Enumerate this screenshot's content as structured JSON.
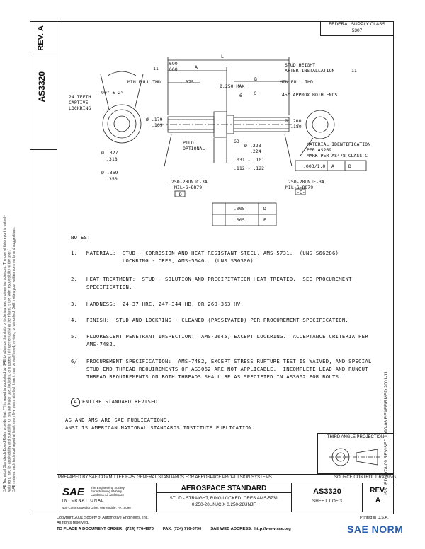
{
  "header": {
    "rev_label": "REV.",
    "rev_value": "A",
    "doc_number": "AS3320",
    "fsc_line1": "FEDERAL SUPPLY CLASS",
    "fsc_line2": "5307"
  },
  "side_text": {
    "line1": "SAE Technical Standards Board Rules provide that: \"This report is published by SAE to advance the state of technical and engineering sciences. The use of this report is entirely",
    "line2": "voluntary, and its applicability and suitability for any particular use, including any patent infringement arising therefrom, is the sole responsibility of the user.\"",
    "line3": "SAE reviews each technical report at least every five years at which time it may be reaffirmed, revised, or cancelled. SAE invites your written comments and suggestions.",
    "revision_right": "ISSUED 1978-09   REVISED 1990-06   REAFFIRMED 2001-11"
  },
  "drawing": {
    "L": "L",
    "A": "A",
    "B": "B",
    "C": "C",
    "dim_690": ".690",
    "dim_660": ".660",
    "note_11a": "11",
    "stud_height": "STUD HEIGHT",
    "after_install": "AFTER INSTALLATION",
    "note_11b": "11",
    "min_full_thd_left": "MIN FULL THD",
    "dim_375": ".375",
    "dia_250_max": "Ø.250 MAX",
    "min_full_thd_right": "MIN FULL THD",
    "teeth": "24 TEETH",
    "captive": "CAPTIVE",
    "lockring": "LOCKRING",
    "angle_90": "90° ± 2°",
    "chamfer": "45° APPROX BOTH ENDS",
    "note_6": "6",
    "dia_179": "Ø .179",
    "dia_169": ".169",
    "dia_200": "Ø .200",
    "dia_180": ".180",
    "dia_327": "Ø .327",
    "dia_318": ".318",
    "dia_369": "Ø .369",
    "dia_350": ".350",
    "pilot": "PILOT",
    "optional": "OPTIONAL",
    "angle_63": "63",
    "dia_228": "Ø .228",
    "dia_224": ".224",
    "dim_031": ".031 - .101",
    "dim_112": ".112 - .122",
    "material_id": "MATERIAL IDENTIFICATION",
    "per_as269": "PER AS269",
    "mark_per": "MARK PER AS478 CLASS C",
    "thread_left": ".250-20UNJC-3A",
    "milspec_left": "MIL-S-8879",
    "datum_d_tag": "-D-",
    "thread_right": ".250-28UNJF-3A",
    "milspec_right": "MIL-S-8879",
    "datum_e_tag": "-E-",
    "fcf_right": [
      ".003/1.0",
      "A",
      "D"
    ],
    "fcf_row1": [
      ".005",
      "D"
    ],
    "fcf_row2": [
      ".005",
      "E"
    ]
  },
  "notes": {
    "title": "NOTES:",
    "n1_num": "1.",
    "n1_line1": "MATERIAL:  STUD - CORROSION AND HEAT RESISTANT STEEL, AMS-5731.  (UNS S66286)",
    "n1_line2": "           LOCKRING - CRES, AMS-5640.  (UNS S30300)",
    "n2_num": "2.",
    "n2_line1": "HEAT TREATMENT:  STUD - SOLUTION AND PRECIPITATION HEAT TREATED.  SEE PROCUREMENT",
    "n2_line2": "SPECIFICATION.",
    "n3_num": "3.",
    "n3_line1": "HARDNESS:  24-37 HRC, 247-344 HB, OR 260-363 HV.",
    "n4_num": "4.",
    "n4_line1": "FINISH:  STUD AND LOCKRING - CLEANED (PASSIVATED) PER PROCUREMENT SPECIFICATION.",
    "n5_num": "5.",
    "n5_line1": "FLUORESCENT PENETRANT INSPECTION:  AMS-2645, EXCEPT LOCKRING.  ACCEPTANCE CRITERIA PER",
    "n5_line2": "AMS-7482.",
    "n6_num": "6/",
    "n6_line1": "PROCUREMENT SPECIFICATION:  AMS-7482, EXCEPT STRESS RUPTURE TEST IS WAIVED, AND SPECIAL",
    "n6_line2": "STUD END THREAD REQUIREMENTS OF AS3062 ARE NOT APPLICABLE.  INCOMPLETE LEAD AND RUNOUT",
    "n6_line3": "THREAD REQUIREMENTS ON BOTH THREADS SHALL BE AS SPECIFIED IN AS3062 FOR BOLTS.",
    "rev_marker": "A",
    "entire_revised": "ENTIRE STANDARD REVISED",
    "pub1": "AS AND AMS ARE SAE PUBLICATIONS.",
    "pub2": "ANSI IS AMERICAN NATIONAL STANDARDS INSTITUTE PUBLICATION."
  },
  "title_block": {
    "projection": "THIRD ANGLE PROJECTION",
    "prepared_by": "PREPARED BY SAE COMMITTEE E-25, GENERAL STANDARDS FOR AEROSPACE PROPULSION SYSTEMS",
    "source_control": "SOURCE CONTROL DRAWING",
    "sae_logo": "SAE",
    "international": "INTERNATIONAL",
    "logo_tag1": "The Engineering Society",
    "logo_tag2": "For Advancing Mobility",
    "logo_tag3": "Land Sea Air and Space",
    "address": "400 Commonwealth Drive, Warrendale, PA 15096",
    "std_title": "AEROSPACE STANDARD",
    "desc1": "STUD - STRAIGHT, RING LOCKED, CRES AMS-5731",
    "desc2": "0.250-20UNJC X 0.250-28UNJF",
    "doc_number": "AS3320",
    "sheet": "SHEET 1 OF 3",
    "rev_label": "REV.",
    "rev_value": "A"
  },
  "footer": {
    "copyright": "Copyright 2001 Society of Automotive Engineers, Inc.",
    "rights": "All rights reserved.",
    "printed": "Printed in U.S.A.",
    "order": "TO PLACE A DOCUMENT ORDER:  (724) 776-4970        FAX: (724) 776-0790        SAE WEB ADDRESS:  http://www.sae.org",
    "watermark": "SAE NORM"
  },
  "colors": {
    "ink": "#111111",
    "watermark_blue": "#2a5fae"
  }
}
